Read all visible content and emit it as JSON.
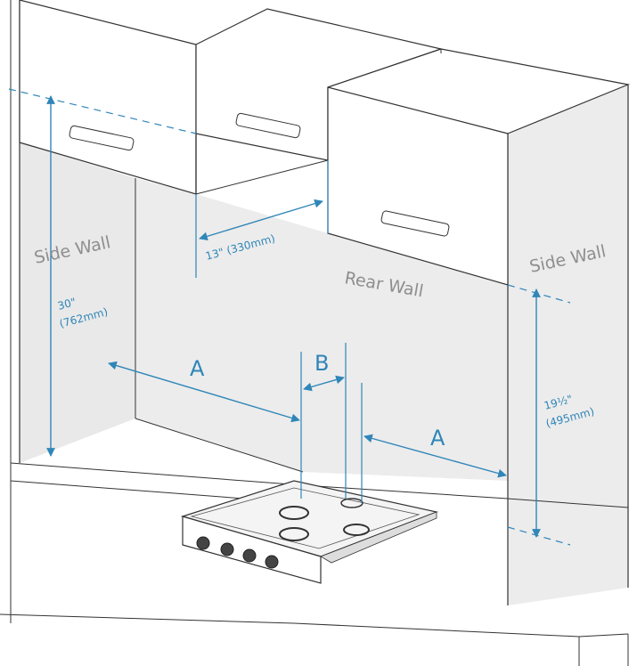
{
  "labels": {
    "side_wall_left": "Side Wall",
    "side_wall_right": "Side Wall",
    "rear_wall": "Rear Wall",
    "cabinet_depth": "13\" (330mm)",
    "left_height_in": "30\"",
    "left_height_mm": "(762mm)",
    "right_height_in": "19½\"",
    "right_height_mm": "(495mm)",
    "clearance_a": "A",
    "clearance_b": "B",
    "clearance_a2": "A"
  },
  "colors": {
    "dimension": "#2f86b8",
    "wall_fill": "#e9e9e9",
    "line": "#333333"
  }
}
